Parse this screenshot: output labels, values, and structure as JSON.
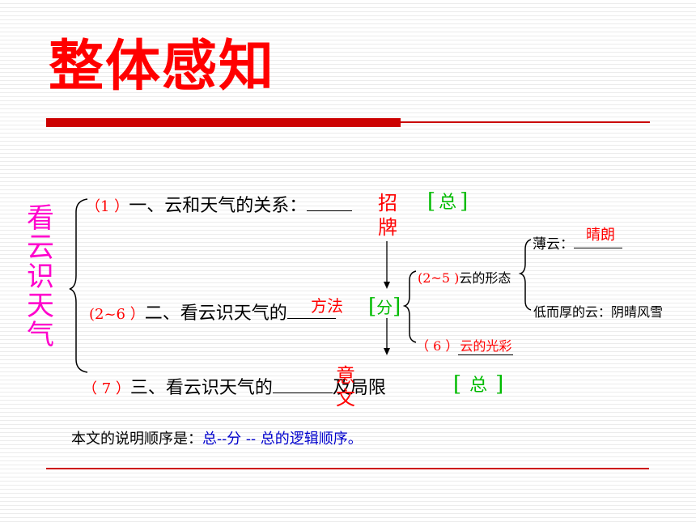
{
  "title": "整体感知",
  "vertical_title": [
    "看",
    "云",
    "识",
    "天",
    "气"
  ],
  "rows": {
    "r1": {
      "num": "（1 ）",
      "text": "一、云和天气的关系：",
      "answer": [
        "招",
        "牌"
      ],
      "bracket_left": "[",
      "bracket_right": "]",
      "tag": "总"
    },
    "r2": {
      "num": "(2~6 ）",
      "text": "二、看云识天气的",
      "answer": "方法",
      "bracket_left": "[",
      "bracket_right": "]",
      "tag": "分"
    },
    "r3": {
      "num": "（ 7 ）",
      "text": "三、看云识天气的",
      "answer": [
        "意",
        "文"
      ],
      "suffix": "及局限",
      "bracket_left": "[",
      "bracket_right": "]",
      "tag": "总"
    }
  },
  "sub": {
    "s1_num": "(2~5 )",
    "s1_text": "云的形态",
    "s2_num": "（ 6 ）",
    "s2_text": "云的光彩"
  },
  "subsub": {
    "a_label": "薄云：",
    "a_answer": "晴朗",
    "b_label": "低而厚的云：",
    "b_answer": "阴晴风雪"
  },
  "summary": {
    "lead": "本文的说明顺序是：",
    "order": "总--分 -- 总的逻辑顺序。"
  }
}
